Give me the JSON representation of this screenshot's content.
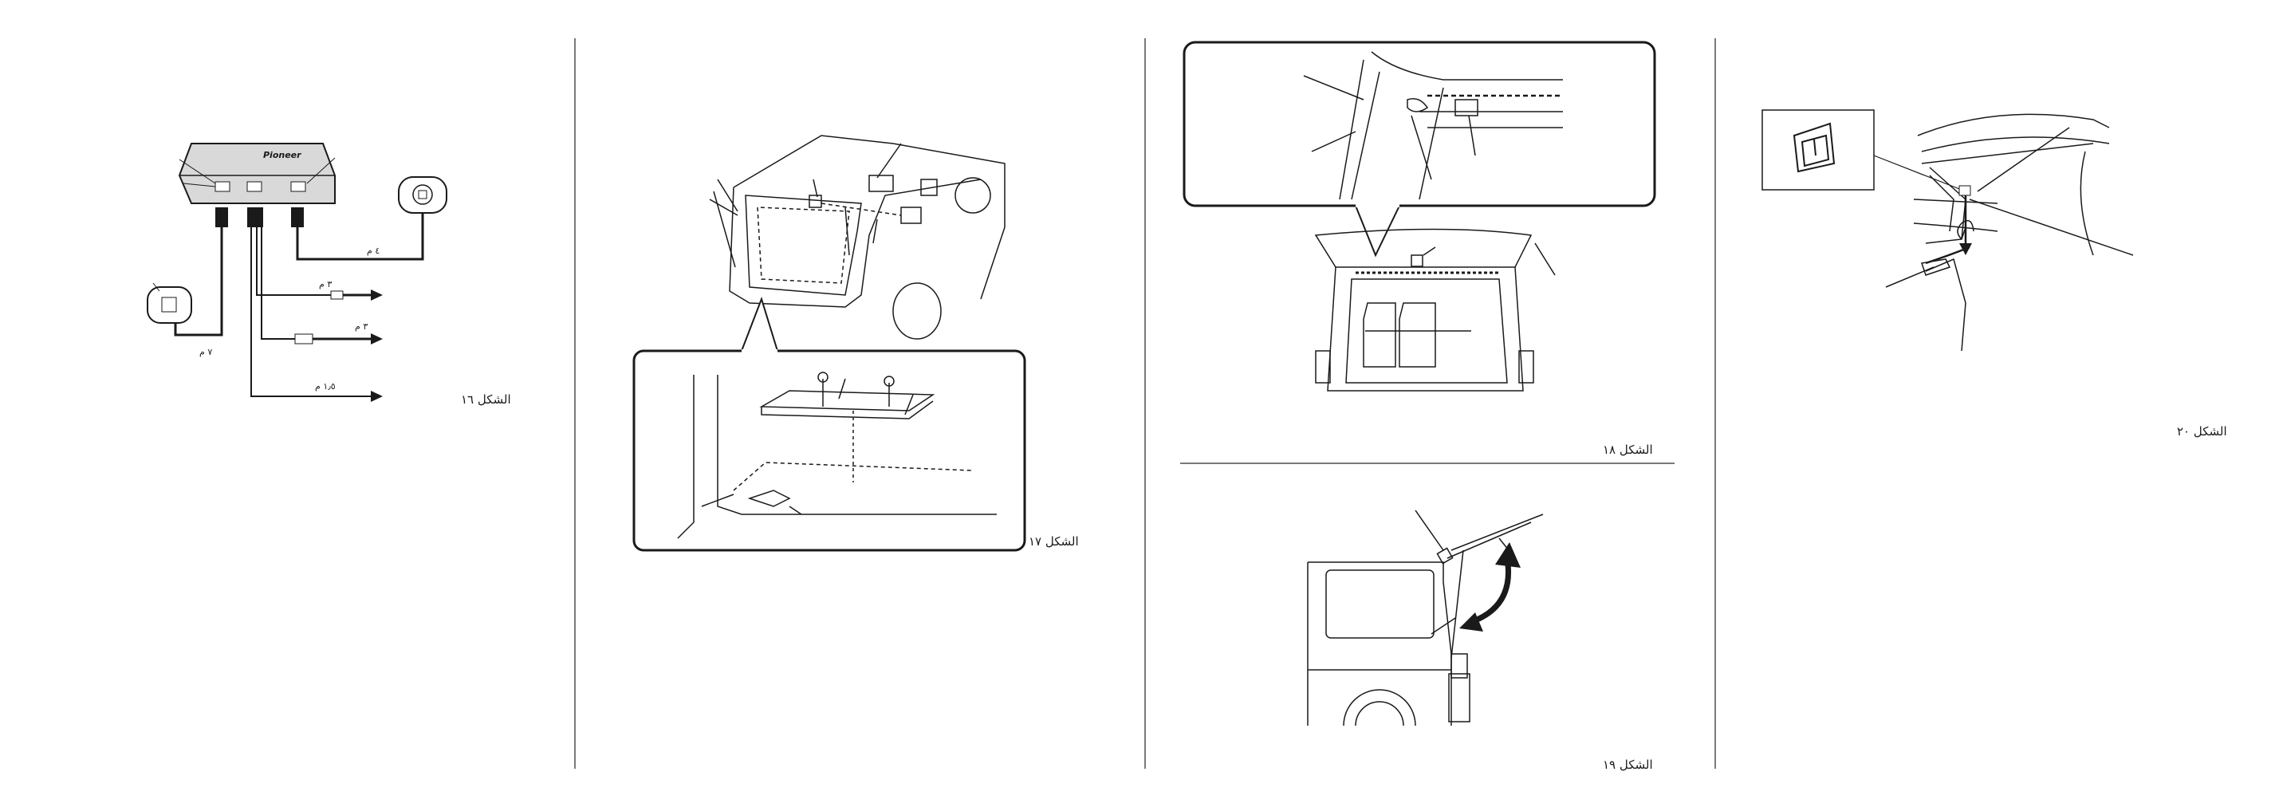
{
  "figures": {
    "fig16": {
      "caption": "الشكل ١٦",
      "brand": "Pioneer",
      "cable_labels": [
        "٤ م",
        "٣ م",
        "٣ م",
        "٧ م",
        "١٫٥ م"
      ]
    },
    "fig17": {
      "caption": "الشكل ١٧"
    },
    "fig18": {
      "caption": "الشكل ١٨"
    },
    "fig19": {
      "caption": "الشكل ١٩"
    },
    "fig20": {
      "caption": "الشكل ٢٠"
    }
  },
  "colors": {
    "line": "#1a1a1a",
    "divider": "#7a7a7a",
    "unit_fill": "#d9d9d9"
  }
}
